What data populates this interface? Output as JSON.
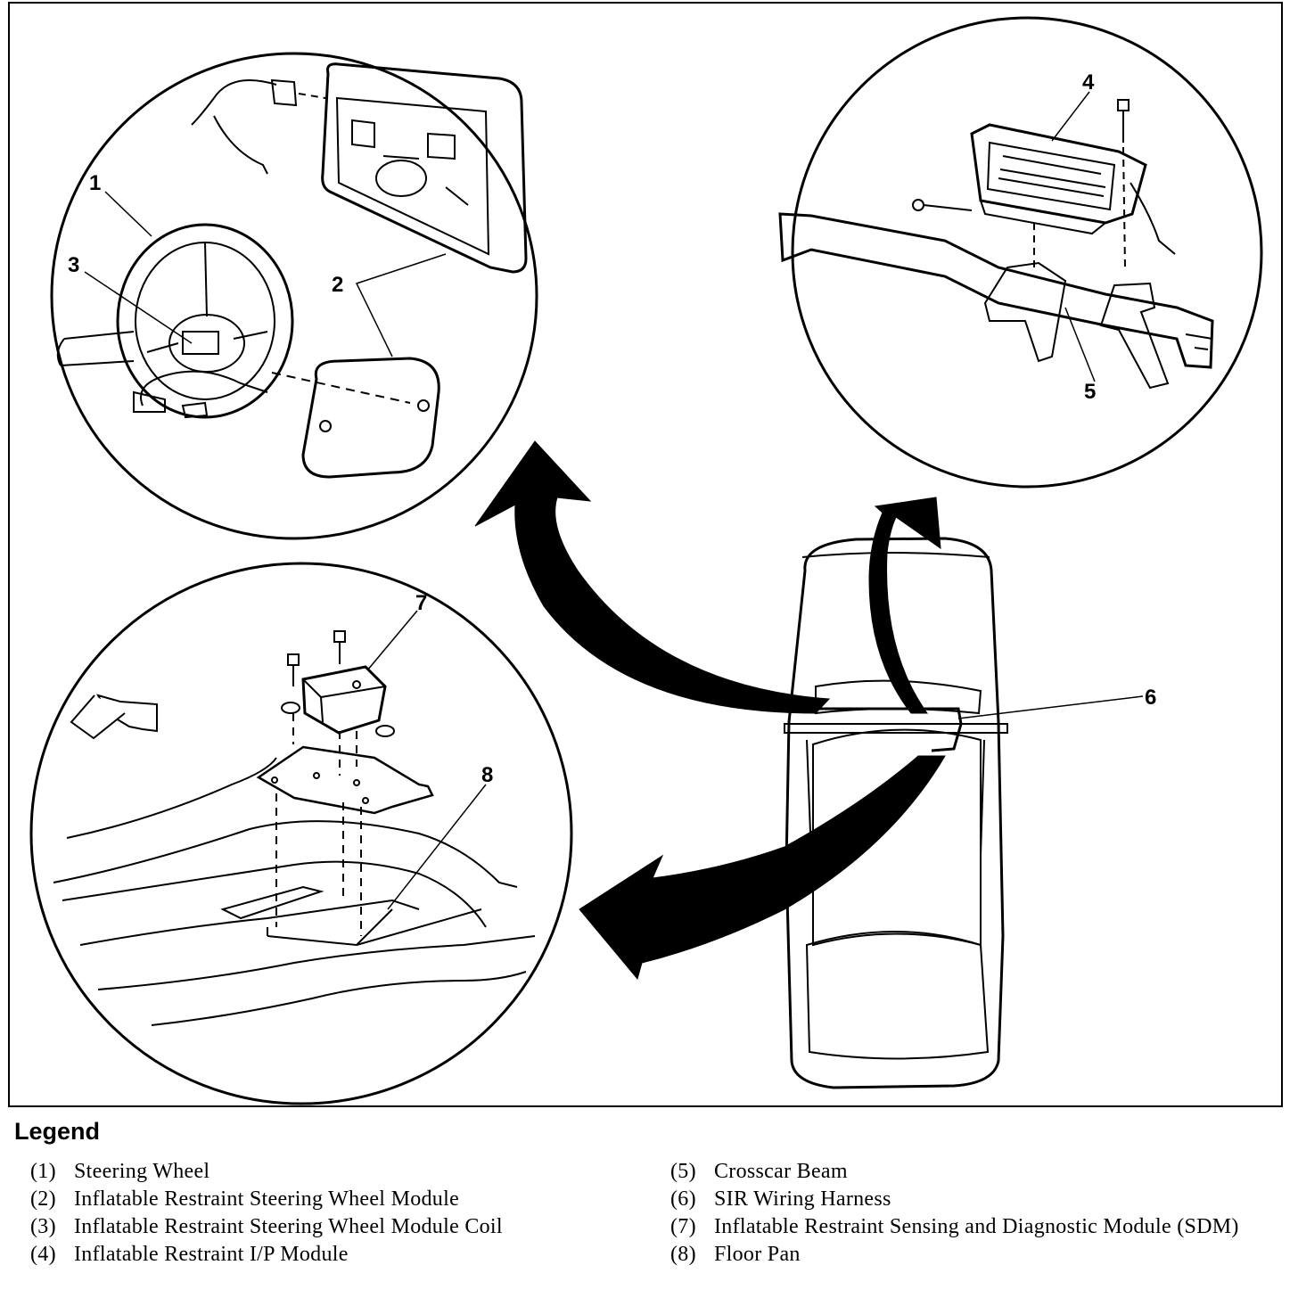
{
  "callouts": {
    "c1": "1",
    "c2": "2",
    "c3": "3",
    "c4": "4",
    "c5": "5",
    "c6": "6",
    "c7": "7",
    "c8": "8"
  },
  "legend": {
    "title": "Legend",
    "items": [
      {
        "num": "(1)",
        "text": "Steering Wheel"
      },
      {
        "num": "(2)",
        "text": "Inflatable Restraint Steering Wheel Module"
      },
      {
        "num": "(3)",
        "text": "Inflatable Restraint Steering Wheel Module Coil"
      },
      {
        "num": "(4)",
        "text": "Inflatable Restraint I/P Module"
      },
      {
        "num": "(5)",
        "text": "Crosscar Beam"
      },
      {
        "num": "(6)",
        "text": "SIR Wiring Harness"
      },
      {
        "num": "(7)",
        "text": "Inflatable Restraint Sensing and Diagnostic Module (SDM)"
      },
      {
        "num": "(8)",
        "text": "Floor Pan"
      }
    ]
  }
}
